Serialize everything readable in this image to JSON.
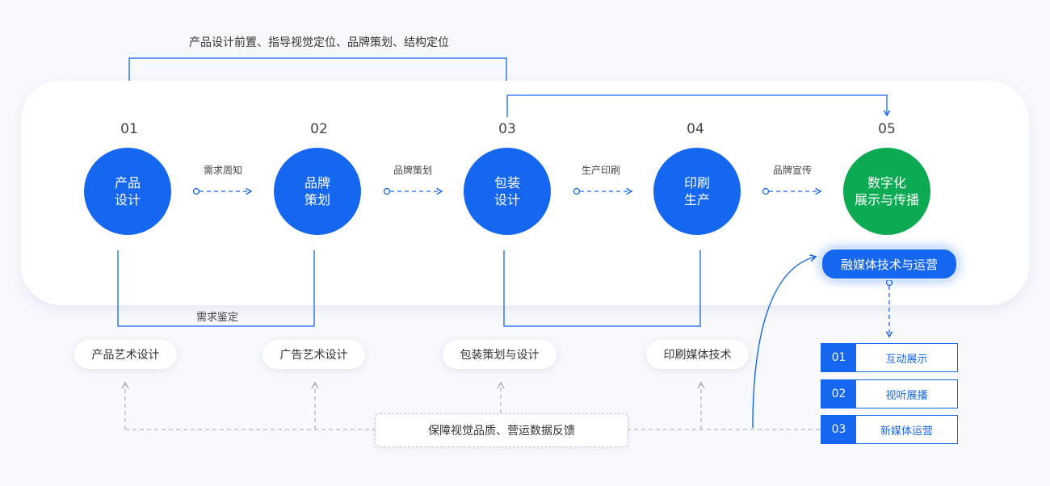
{
  "top_label": "产品设计前置、指导视觉定位、品牌策划、结构定位",
  "steps": [
    {
      "num": "01",
      "line1": "产品",
      "line2": "设计"
    },
    {
      "num": "02",
      "line1": "品牌",
      "line2": "策划"
    },
    {
      "num": "03",
      "line1": "包装",
      "line2": "设计"
    },
    {
      "num": "04",
      "line1": "印刷",
      "line2": "生产"
    },
    {
      "num": "05",
      "line1": "数字化",
      "line2": "展示与传播"
    }
  ],
  "arrows": [
    "需求周知",
    "品牌策划",
    "生产印刷",
    "品牌宣传"
  ],
  "requirement_label": "需求鉴定",
  "pills": [
    "产品艺术设计",
    "广告艺术设计",
    "包装策划与设计",
    "印刷媒体技术"
  ],
  "tech_pill": "融媒体技术与运营",
  "feedback": "保障视觉品质、营运数据反馈",
  "list": [
    {
      "idx": "01",
      "text": "互动展示"
    },
    {
      "idx": "02",
      "text": "视听展播"
    },
    {
      "idx": "03",
      "text": "新媒体运营"
    }
  ],
  "colors": {
    "blue": "#1667f0",
    "green": "#0daa54",
    "dashed_gray": "#b3b9c4"
  }
}
